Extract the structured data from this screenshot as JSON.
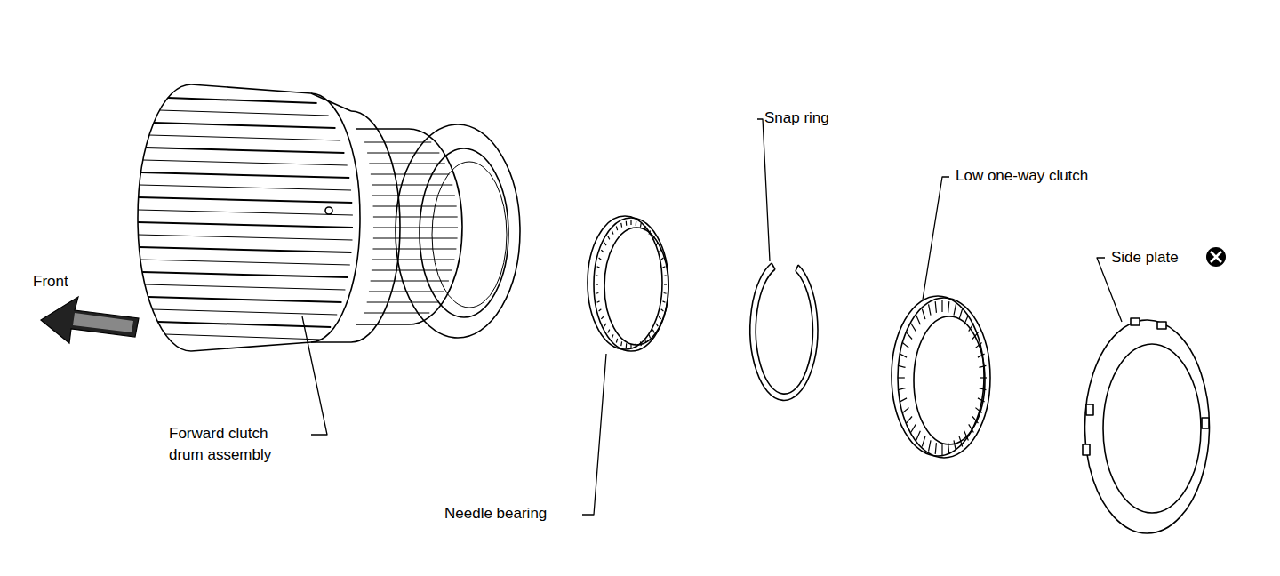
{
  "diagram": {
    "labels": [
      "Front",
      "Forward clutch drum assembly",
      "Needle bearing",
      "Snap ring",
      "Low one-way clutch",
      "Side plate"
    ]
  }
}
